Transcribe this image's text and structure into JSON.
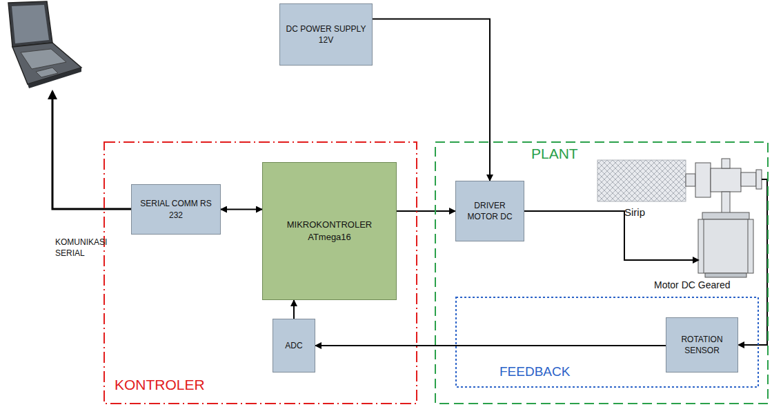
{
  "diagram": {
    "nodes": [
      {
        "text": [
          "DC POWER SUPPLY 12V"
        ]
      },
      {
        "text": [
          "KONTROLER"
        ]
      },
      {
        "text": [
          "SERIAL COMM RS 232"
        ],
        "in": 1
      },
      {
        "text": [
          "MIKROKONTROLER ATmega16"
        ],
        "in": 1
      },
      {
        "text": [
          "ADC"
        ],
        "in": 1
      },
      {
        "text": [
          "PLANT"
        ]
      },
      {
        "text": [
          "DRIVER MOTOR DC"
        ],
        "in": 5
      },
      {
        "text": [
          "FEEDBACK"
        ],
        "in": 5
      },
      {
        "text": [
          "ROTATION SENSOR"
        ],
        "in": 7
      }
    ],
    "edges": [
      {
        "from": 2,
        "to": 3,
        "arrow": "both"
      },
      {
        "from": 3,
        "to": 6,
        "arrow": "to"
      },
      {
        "from": 0,
        "to": 6,
        "arrow": "to"
      },
      {
        "from": 8,
        "to": 4,
        "arrow": "to"
      },
      {
        "from": 4,
        "to": 3,
        "arrow": "to"
      }
    ],
    "labels": [
      "Sirip",
      "Motor DC Geared",
      "KOMUNIKASI SERIAL"
    ]
  }
}
